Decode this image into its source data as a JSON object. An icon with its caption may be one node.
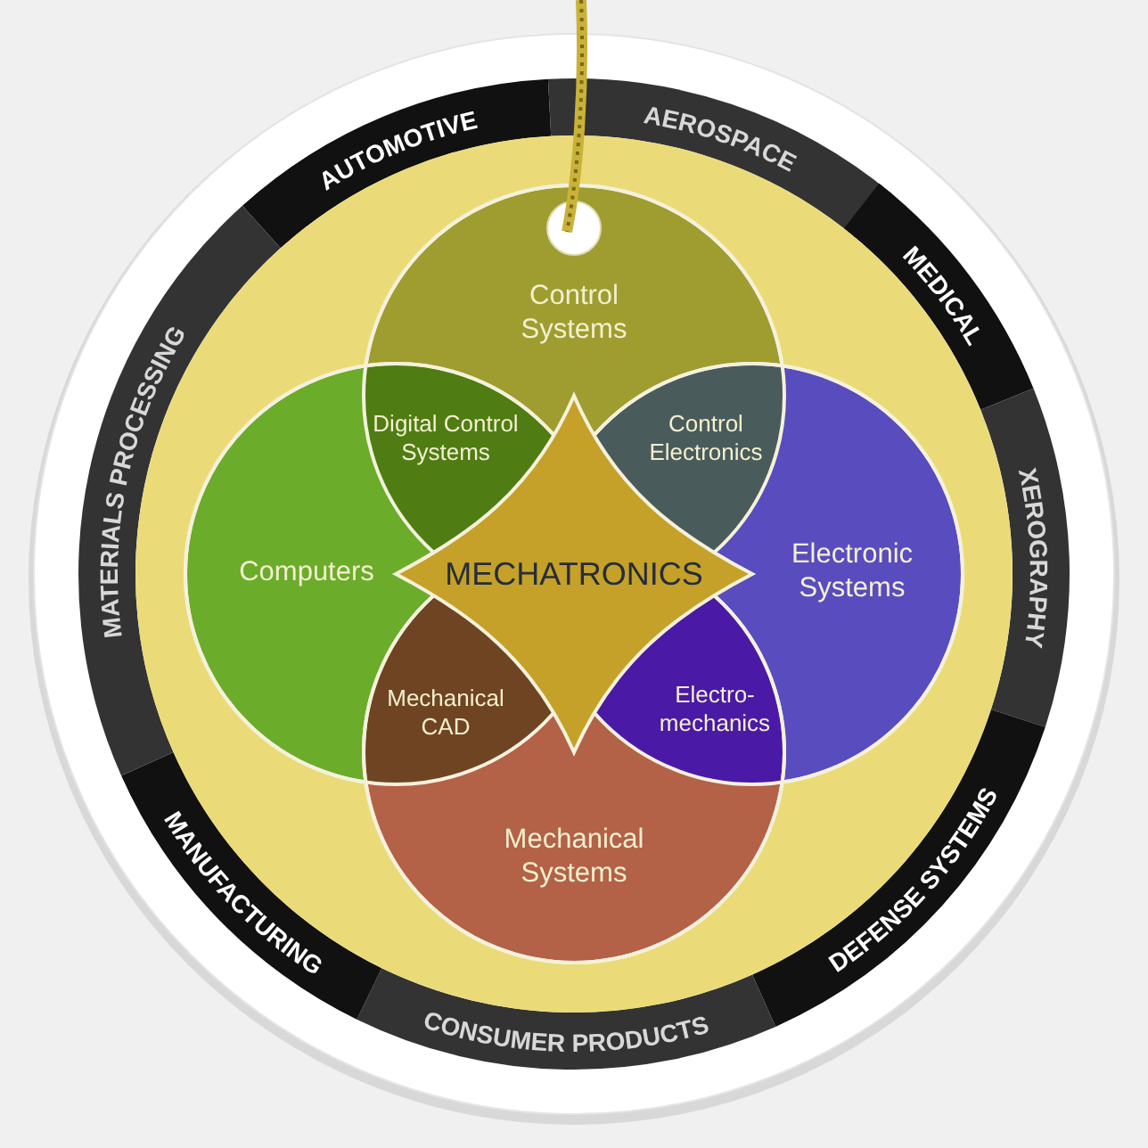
{
  "diagram": {
    "nodes": [
      {
        "text": [
          "Control Systems"
        ]
      },
      {
        "text": [
          "Digital Control Systems"
        ]
      },
      {
        "text": [
          "Control Electronics"
        ]
      },
      {
        "text": [
          "Computers"
        ]
      },
      {
        "text": [
          "MECHATRONICS"
        ]
      },
      {
        "text": [
          "Electronic Systems"
        ]
      },
      {
        "text": [
          "Mechanical CAD"
        ]
      },
      {
        "text": [
          "Electro-mechanics"
        ]
      },
      {
        "text": [
          "Mechanical Systems"
        ]
      }
    ],
    "labels": [
      "AUTOMOTIVE",
      "AEROSPACE",
      "MEDICAL",
      "XEROGRAPHY",
      "DEFENSE SYSTEMS",
      "CONSUMER PRODUCTS",
      "MANUFACTURING",
      "MATERIALS PROCESSING"
    ]
  }
}
